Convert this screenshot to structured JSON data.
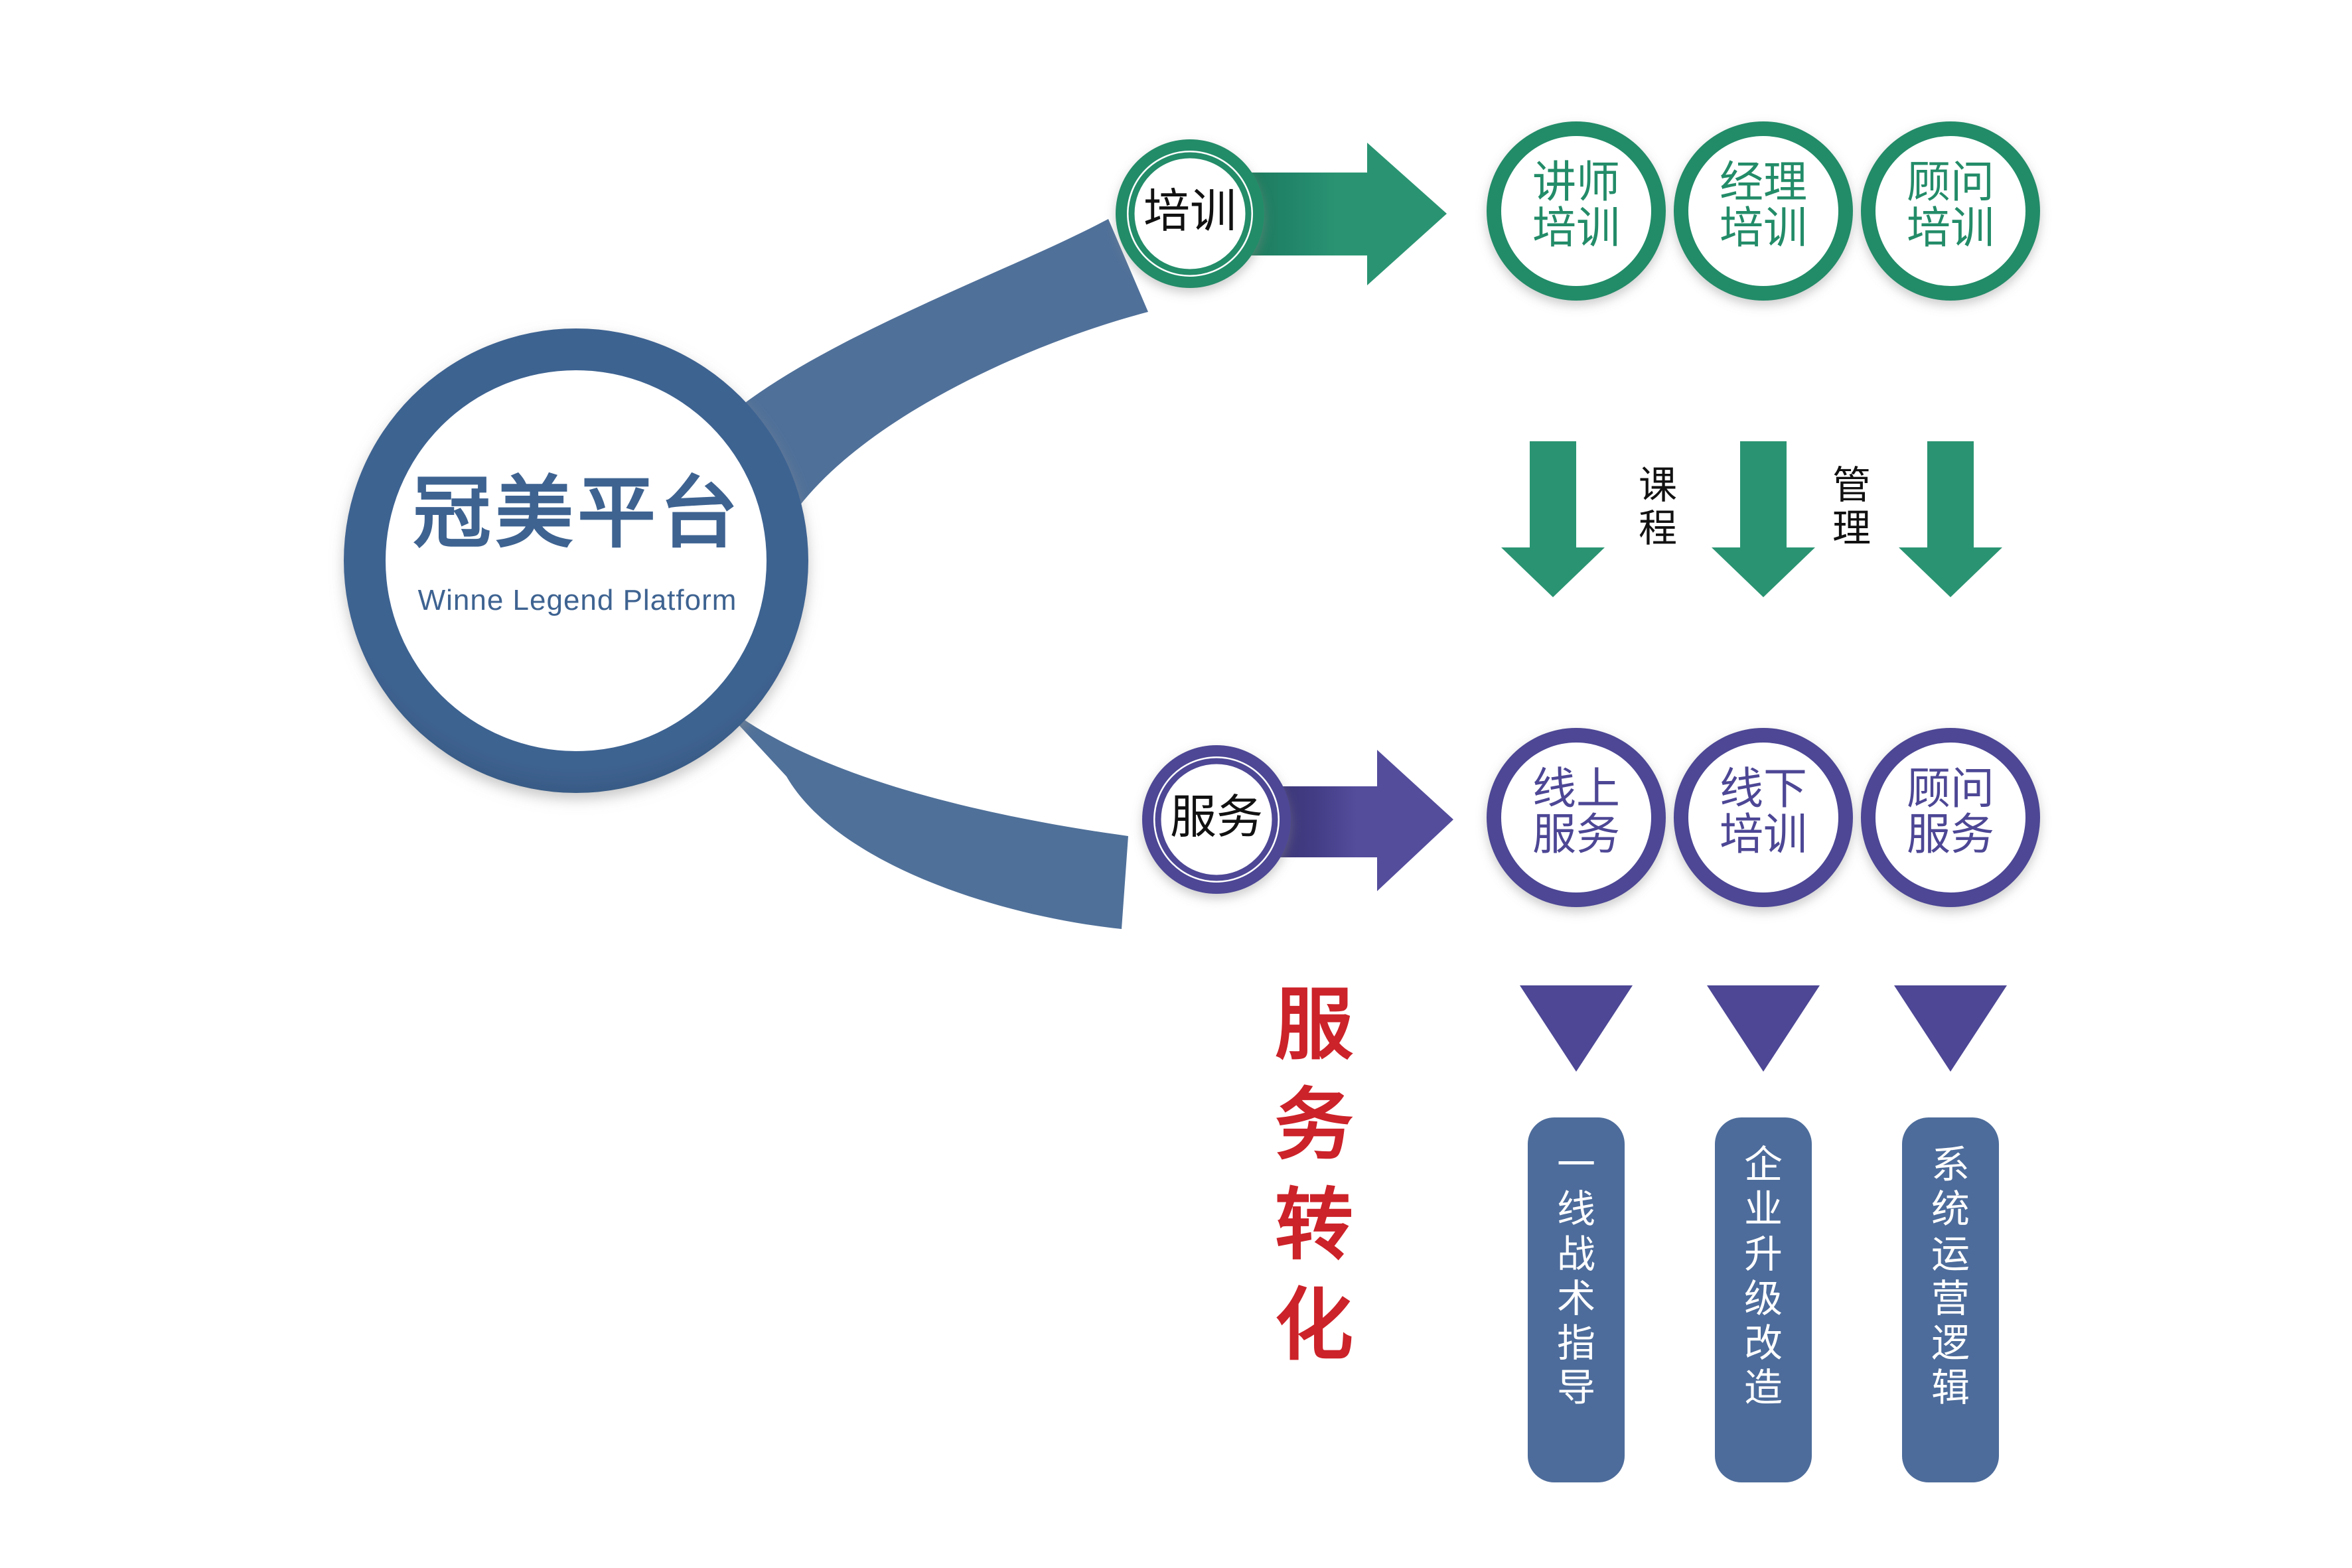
{
  "hub": {
    "title": "冠美平台",
    "subtitle": "Winne Legend Platform"
  },
  "branches": [
    {
      "key": "training",
      "node_label": "培训",
      "color": "#238C68",
      "leaves": [
        {
          "line1": "讲师",
          "line2": "培训"
        },
        {
          "line1": "经理",
          "line2": "培训"
        },
        {
          "line1": "顾问",
          "line2": "培训"
        }
      ]
    },
    {
      "key": "service",
      "node_label": "服务",
      "color": "#4D4795",
      "leaves": [
        {
          "line1": "线上",
          "line2": "服务"
        },
        {
          "line1": "线下",
          "line2": "培训"
        },
        {
          "line1": "顾问",
          "line2": "服务"
        }
      ]
    }
  ],
  "mid_arrows": {
    "color": "#238C68",
    "labels": [
      {
        "c1": "课",
        "c2": "程"
      },
      {
        "c1": "管",
        "c2": "理"
      }
    ]
  },
  "conversion": {
    "heading": [
      "服",
      "务",
      "转",
      "化"
    ],
    "heading_color": "#CC2229",
    "triangle_color": "#4D4795",
    "bar_color": "#4D6C9B",
    "bars": [
      {
        "chars": [
          "一",
          "线",
          "战",
          "术",
          "指",
          "导"
        ]
      },
      {
        "chars": [
          "企",
          "业",
          "升",
          "级",
          "改",
          "造"
        ]
      },
      {
        "chars": [
          "系",
          "统",
          "运",
          "营",
          "逻",
          "辑"
        ]
      }
    ]
  },
  "palette": {
    "hub_blue": "#3E6391",
    "green": "#238C68",
    "purple": "#4D4795",
    "bar_blue": "#4D6C9B",
    "red": "#CC2229",
    "background": "#FFFFFF"
  }
}
